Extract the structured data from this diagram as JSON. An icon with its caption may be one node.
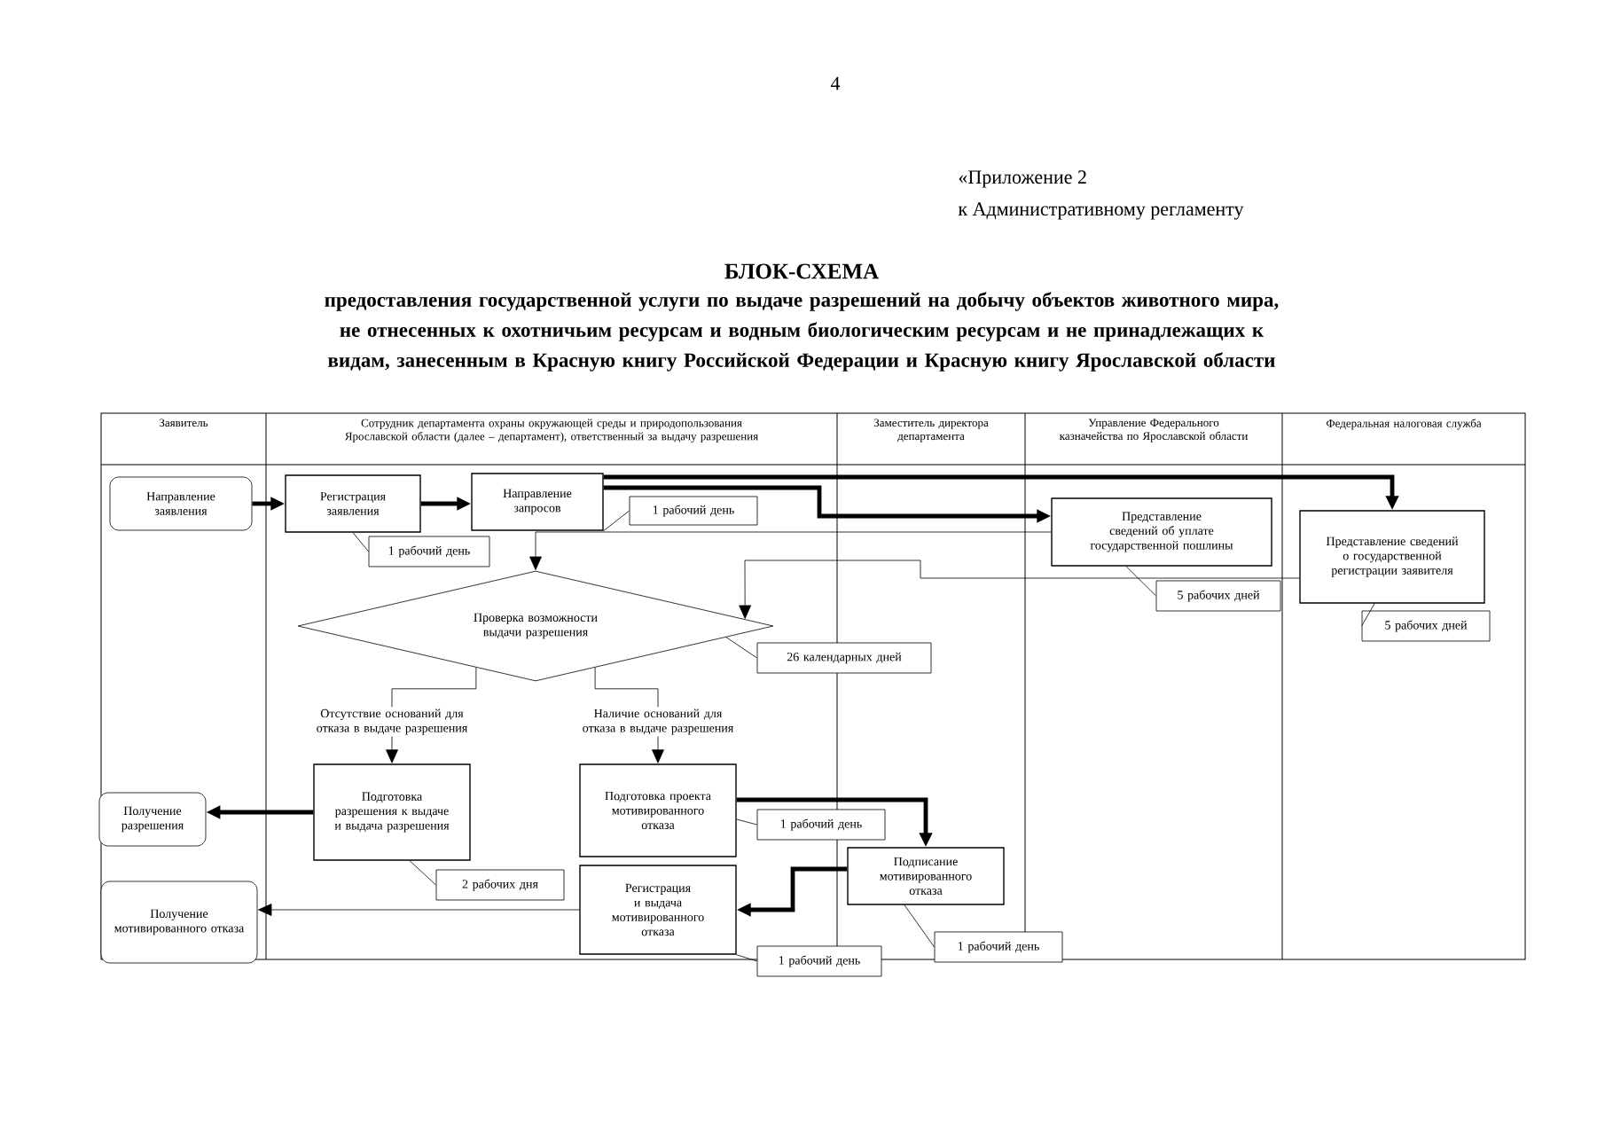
{
  "diagram": {
    "title": "БЛОК-СХЕМА",
    "nodes": [
      {
        "text": [
          "Направление заявления"
        ]
      },
      {
        "text": [
          "Регистрация заявления"
        ]
      },
      {
        "text": [
          "Направление запросов"
        ]
      },
      {
        "text": [
          "1 рабочий день"
        ]
      },
      {
        "text": [
          "1 рабочий день"
        ]
      },
      {
        "text": [
          "Представление сведений об уплате государственной пошлины"
        ]
      },
      {
        "text": [
          "5 рабочих дней"
        ]
      },
      {
        "text": [
          "Представление сведений о государственной регистрации заявителя"
        ]
      },
      {
        "text": [
          "5 рабочих дней"
        ]
      },
      {
        "text": [
          "Проверка возможности выдачи разрешения"
        ]
      },
      {
        "text": [
          "26 календарных дней"
        ]
      },
      {
        "text": [
          "Подготовка разрешения к выдаче и выдача разрешения"
        ]
      },
      {
        "text": [
          "2 рабочих дня"
        ]
      },
      {
        "text": [
          "Подготовка проекта мотивированного отказа"
        ]
      },
      {
        "text": [
          "1 рабочий день"
        ]
      },
      {
        "text": [
          "Получение разрешения"
        ]
      },
      {
        "text": [
          "Регистрация и выдача мотивированного отказа"
        ]
      },
      {
        "text": [
          "Подписание мотивированного отказа"
        ]
      },
      {
        "text": [
          "1 рабочий день"
        ]
      },
      {
        "text": [
          "1 рабочий день"
        ]
      },
      {
        "text": [
          "Получение мотивированного отказа"
        ]
      }
    ],
    "edges": [
      {
        "from": 0,
        "to": 1,
        "arrow": "to",
        "style": "thick"
      },
      {
        "from": 1,
        "to": 2,
        "arrow": "to",
        "style": "thick"
      },
      {
        "from": 2,
        "to": 5,
        "arrow": "to",
        "style": "thick"
      },
      {
        "from": 2,
        "to": 7,
        "arrow": "to",
        "style": "thick"
      },
      {
        "from": 5,
        "to": 9,
        "arrow": "to"
      },
      {
        "from": 7,
        "to": 9,
        "arrow": "to"
      },
      {
        "from": 9,
        "to": 11,
        "arrow": "to",
        "label": "Отсутствие оснований для отказа в выдаче разрешения"
      },
      {
        "from": 9,
        "to": 13,
        "arrow": "to",
        "label": "Наличие оснований для отказа в выдаче разрешения"
      },
      {
        "from": 11,
        "to": 15,
        "arrow": "to",
        "style": "thick"
      },
      {
        "from": 13,
        "to": 17,
        "arrow": "to",
        "style": "thick"
      },
      {
        "from": 17,
        "to": 16,
        "arrow": "to",
        "style": "thick"
      },
      {
        "from": 16,
        "to": 20,
        "arrow": "to"
      },
      {
        "from": 3,
        "to": 2,
        "arrow": "none"
      },
      {
        "from": 4,
        "to": 1,
        "arrow": "none"
      },
      {
        "from": 6,
        "to": 5,
        "arrow": "none"
      },
      {
        "from": 8,
        "to": 7,
        "arrow": "none"
      },
      {
        "from": 10,
        "to": 9,
        "arrow": "none"
      },
      {
        "from": 12,
        "to": 11,
        "arrow": "none"
      },
      {
        "from": 14,
        "to": 13,
        "arrow": "none"
      },
      {
        "from": 18,
        "to": 17,
        "arrow": "none"
      },
      {
        "from": 19,
        "to": 16,
        "arrow": "none"
      }
    ],
    "labels": [
      "4",
      "«Приложение 2",
      "к Административному регламенту",
      "предоставления государственной услуги по выдаче разрешений на добычу объектов животного мира, не отнесенных к охотничьим ресурсам и водным биологическим ресурсам и не принадлежащих к видам, занесенным в Красную книгу Российской Федерации и Красную книгу Ярославской области",
      "Заявитель",
      "Сотрудник департамента охраны окружающей среды и природопользования Ярославской области (далее – департамент), ответственный за выдачу разрешения",
      "Заместитель директора департамента",
      "Управление Федерального казначейства по Ярославской области",
      "Федеральная налоговая служба"
    ]
  }
}
